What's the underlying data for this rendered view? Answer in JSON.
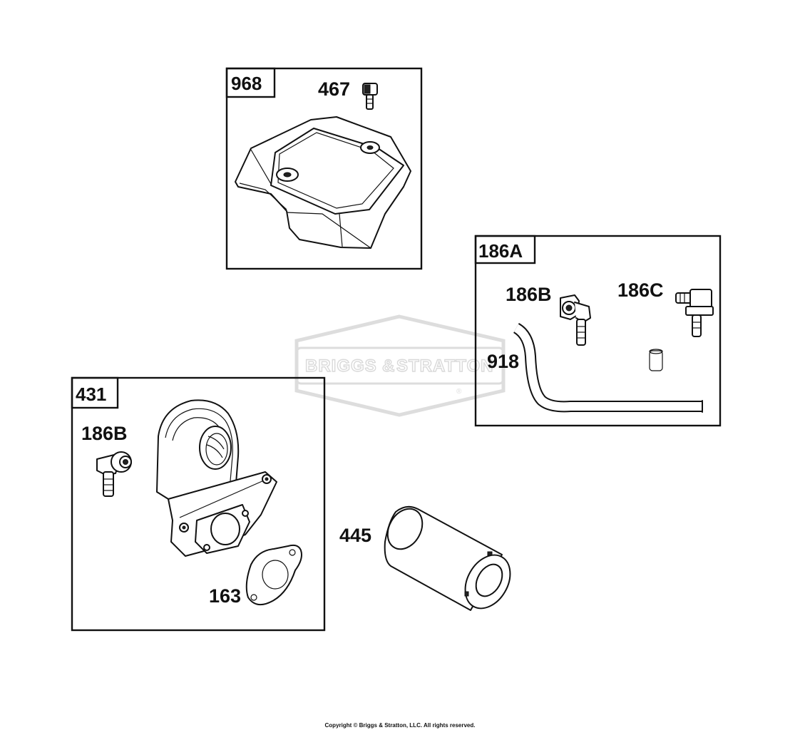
{
  "watermark": {
    "brand_left": "BRIGGS",
    "brand_amp": "&",
    "brand_right": "STRATTON",
    "registered_mark": "®"
  },
  "groups": [
    {
      "id": "968",
      "label": "968"
    },
    {
      "id": "186A",
      "label": "186A"
    },
    {
      "id": "431",
      "label": "431"
    }
  ],
  "callouts": {
    "c467": "467",
    "c186B_top": "186B",
    "c186C": "186C",
    "c918": "918",
    "c186B_left": "186B",
    "c163": "163",
    "c445": "445"
  },
  "parts": [
    {
      "number": "467",
      "group": "968",
      "icon": "screw-icon"
    },
    {
      "number": "968",
      "group": "968",
      "icon": "cover-icon"
    },
    {
      "number": "186B",
      "group": "186A",
      "icon": "elbow-fitting-icon"
    },
    {
      "number": "186C",
      "group": "186A",
      "icon": "tee-fitting-icon"
    },
    {
      "number": "918",
      "group": "186A",
      "icon": "hose-icon"
    },
    {
      "number": "431",
      "group": "431",
      "icon": "air-cleaner-base-icon"
    },
    {
      "number": "186B",
      "group": "431",
      "icon": "elbow-fitting-icon"
    },
    {
      "number": "163",
      "group": "431",
      "icon": "gasket-icon"
    },
    {
      "number": "445",
      "group": "",
      "icon": "filter-cartridge-icon"
    }
  ],
  "copyright": "Copyright © Briggs & Stratton, LLC. All rights reserved."
}
